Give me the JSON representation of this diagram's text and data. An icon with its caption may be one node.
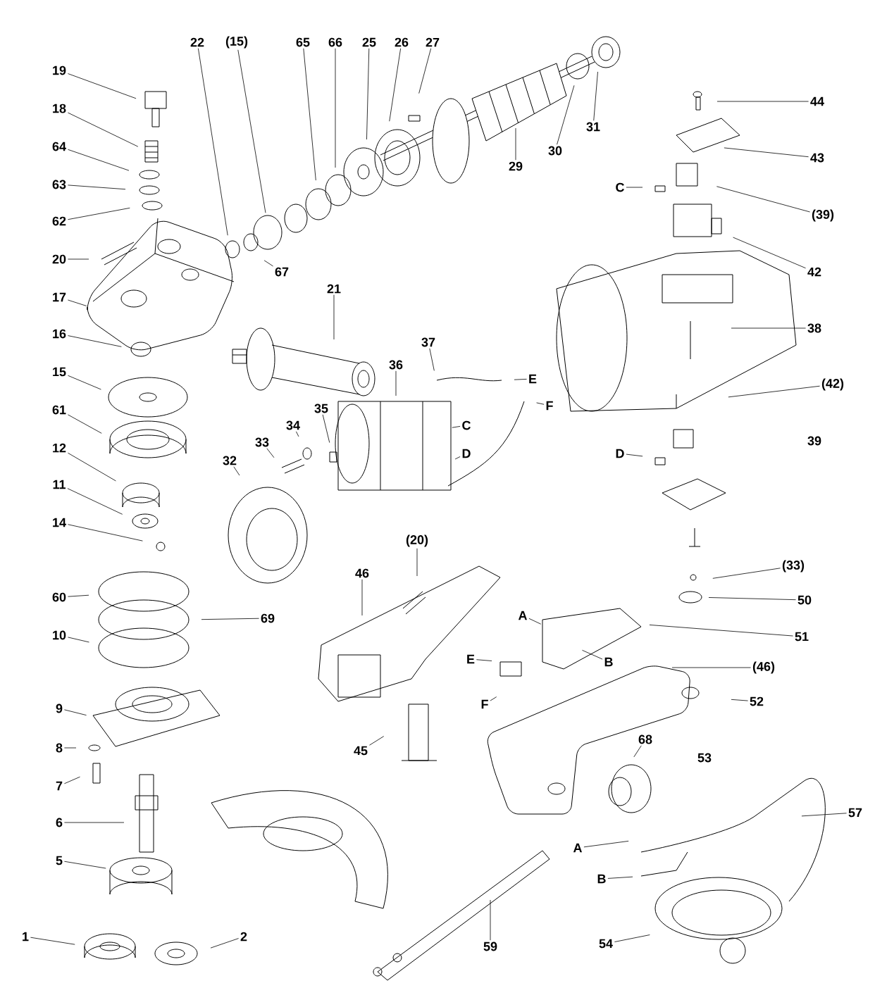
{
  "diagram": {
    "nodes": [
      {
        "text": [
          "19"
        ]
      },
      {
        "text": [
          "18"
        ]
      },
      {
        "text": [
          "64"
        ]
      },
      {
        "text": [
          "63"
        ]
      },
      {
        "text": [
          "62"
        ]
      },
      {
        "text": [
          "20"
        ]
      },
      {
        "text": [
          "17"
        ]
      },
      {
        "text": [
          "16"
        ]
      },
      {
        "text": [
          "15"
        ]
      },
      {
        "text": [
          "61"
        ]
      },
      {
        "text": [
          "12"
        ]
      },
      {
        "text": [
          "11"
        ]
      },
      {
        "text": [
          "14"
        ]
      },
      {
        "text": [
          "60"
        ]
      },
      {
        "text": [
          "69"
        ]
      },
      {
        "text": [
          "10"
        ]
      },
      {
        "text": [
          "9"
        ]
      },
      {
        "text": [
          "8"
        ]
      },
      {
        "text": [
          "7"
        ]
      },
      {
        "text": [
          "6"
        ]
      },
      {
        "text": [
          "5"
        ]
      },
      {
        "text": [
          "1"
        ]
      },
      {
        "text": [
          "2"
        ]
      },
      {
        "text": [
          "22"
        ]
      },
      {
        "text": [
          "(15)"
        ]
      },
      {
        "text": [
          "65"
        ]
      },
      {
        "text": [
          "66"
        ]
      },
      {
        "text": [
          "25"
        ]
      },
      {
        "text": [
          "26"
        ]
      },
      {
        "text": [
          "27"
        ]
      },
      {
        "text": [
          "67"
        ]
      },
      {
        "text": [
          "21"
        ]
      },
      {
        "text": [
          "29"
        ]
      },
      {
        "text": [
          "30"
        ]
      },
      {
        "text": [
          "31"
        ]
      },
      {
        "text": [
          "44"
        ]
      },
      {
        "text": [
          "43"
        ]
      },
      {
        "text": [
          "C"
        ]
      },
      {
        "text": [
          "(39)"
        ]
      },
      {
        "text": [
          "42"
        ]
      },
      {
        "text": [
          "38"
        ]
      },
      {
        "text": [
          "37"
        ]
      },
      {
        "text": [
          "E"
        ]
      },
      {
        "text": [
          "F"
        ]
      },
      {
        "text": [
          "36"
        ]
      },
      {
        "text": [
          "35"
        ]
      },
      {
        "text": [
          "34"
        ]
      },
      {
        "text": [
          "33"
        ]
      },
      {
        "text": [
          "32"
        ]
      },
      {
        "text": [
          "C"
        ]
      },
      {
        "text": [
          "D"
        ]
      },
      {
        "text": [
          "(42)"
        ]
      },
      {
        "text": [
          "D"
        ]
      },
      {
        "text": [
          "(20)"
        ]
      },
      {
        "text": [
          "46"
        ]
      },
      {
        "text": [
          "(33)"
        ]
      },
      {
        "text": [
          "50"
        ]
      },
      {
        "text": [
          "A"
        ]
      },
      {
        "text": [
          "51"
        ]
      },
      {
        "text": [
          "E"
        ]
      },
      {
        "text": [
          "B"
        ]
      },
      {
        "text": [
          "F"
        ]
      },
      {
        "text": [
          "(46)"
        ]
      },
      {
        "text": [
          "52"
        ]
      },
      {
        "text": [
          "45"
        ]
      },
      {
        "text": [
          "68"
        ]
      },
      {
        "text": [
          "57"
        ]
      },
      {
        "text": [
          "A"
        ]
      },
      {
        "text": [
          "B"
        ]
      },
      {
        "text": [
          "54"
        ]
      },
      {
        "text": [
          "59"
        ]
      }
    ],
    "edges": [
      {
        "from": 0,
        "to": null,
        "arrow": "none"
      },
      {
        "from": 1,
        "to": null,
        "arrow": "none"
      },
      {
        "from": 2,
        "to": null,
        "arrow": "none"
      },
      {
        "from": 3,
        "to": null,
        "arrow": "none"
      },
      {
        "from": 4,
        "to": null,
        "arrow": "none"
      },
      {
        "from": 5,
        "to": null,
        "arrow": "none"
      },
      {
        "from": 6,
        "to": null,
        "arrow": "none"
      },
      {
        "from": 7,
        "to": null,
        "arrow": "none"
      },
      {
        "from": 8,
        "to": null,
        "arrow": "none"
      },
      {
        "from": 9,
        "to": null,
        "arrow": "none"
      },
      {
        "from": 10,
        "to": null,
        "arrow": "none"
      },
      {
        "from": 11,
        "to": null,
        "arrow": "none"
      },
      {
        "from": 12,
        "to": null,
        "arrow": "none"
      },
      {
        "from": 13,
        "to": null,
        "arrow": "none"
      },
      {
        "from": 14,
        "to": null,
        "arrow": "none"
      },
      {
        "from": 15,
        "to": null,
        "arrow": "none"
      },
      {
        "from": 16,
        "to": null,
        "arrow": "none"
      },
      {
        "from": 17,
        "to": null,
        "arrow": "none"
      },
      {
        "from": 18,
        "to": null,
        "arrow": "none"
      },
      {
        "from": 19,
        "to": null,
        "arrow": "none"
      },
      {
        "from": 20,
        "to": null,
        "arrow": "none"
      },
      {
        "from": 21,
        "to": null,
        "arrow": "none"
      },
      {
        "from": 22,
        "to": null,
        "arrow": "none"
      },
      {
        "from": 23,
        "to": null,
        "arrow": "none"
      },
      {
        "from": 24,
        "to": null,
        "arrow": "none"
      },
      {
        "from": 25,
        "to": null,
        "arrow": "none"
      },
      {
        "from": 26,
        "to": null,
        "arrow": "none"
      },
      {
        "from": 27,
        "to": null,
        "arrow": "none"
      },
      {
        "from": 28,
        "to": null,
        "arrow": "none"
      },
      {
        "from": 29,
        "to": null,
        "arrow": "none"
      },
      {
        "from": 30,
        "to": null,
        "arrow": "none"
      },
      {
        "from": 31,
        "to": null,
        "arrow": "none"
      },
      {
        "from": 32,
        "to": null,
        "arrow": "none"
      },
      {
        "from": 33,
        "to": null,
        "arrow": "none"
      },
      {
        "from": 34,
        "to": null,
        "arrow": "none"
      },
      {
        "from": 35,
        "to": null,
        "arrow": "none"
      },
      {
        "from": 36,
        "to": null,
        "arrow": "none"
      },
      {
        "from": 37,
        "to": null,
        "arrow": "none"
      },
      {
        "from": 38,
        "to": null,
        "arrow": "none"
      },
      {
        "from": 39,
        "to": null,
        "arrow": "none"
      },
      {
        "from": 40,
        "to": null,
        "arrow": "none"
      },
      {
        "from": 41,
        "to": null,
        "arrow": "none"
      },
      {
        "from": 42,
        "to": null,
        "arrow": "none"
      },
      {
        "from": 43,
        "to": null,
        "arrow": "none"
      },
      {
        "from": 44,
        "to": null,
        "arrow": "none"
      },
      {
        "from": 45,
        "to": null,
        "arrow": "none"
      },
      {
        "from": 46,
        "to": null,
        "arrow": "none"
      },
      {
        "from": 47,
        "to": null,
        "arrow": "none"
      },
      {
        "from": 48,
        "to": null,
        "arrow": "none"
      },
      {
        "from": 49,
        "to": null,
        "arrow": "none"
      },
      {
        "from": 50,
        "to": null,
        "arrow": "none"
      },
      {
        "from": 51,
        "to": null,
        "arrow": "none"
      },
      {
        "from": 52,
        "to": null,
        "arrow": "none"
      },
      {
        "from": 53,
        "to": null,
        "arrow": "none"
      },
      {
        "from": 54,
        "to": null,
        "arrow": "none"
      },
      {
        "from": 55,
        "to": null,
        "arrow": "none"
      },
      {
        "from": 56,
        "to": null,
        "arrow": "none"
      },
      {
        "from": 57,
        "to": null,
        "arrow": "none"
      },
      {
        "from": 58,
        "to": null,
        "arrow": "none"
      },
      {
        "from": 59,
        "to": null,
        "arrow": "none"
      },
      {
        "from": 60,
        "to": null,
        "arrow": "none"
      },
      {
        "from": 61,
        "to": null,
        "arrow": "none"
      },
      {
        "from": 62,
        "to": null,
        "arrow": "none"
      },
      {
        "from": 63,
        "to": null,
        "arrow": "none"
      },
      {
        "from": 64,
        "to": null,
        "arrow": "none"
      },
      {
        "from": 65,
        "to": null,
        "arrow": "none"
      },
      {
        "from": 66,
        "to": null,
        "arrow": "none"
      },
      {
        "from": 67,
        "to": null,
        "arrow": "none"
      },
      {
        "from": 68,
        "to": null,
        "arrow": "none"
      },
      {
        "from": 69,
        "to": null,
        "arrow": "none"
      },
      {
        "from": 70,
        "to": null,
        "arrow": "none"
      }
    ],
    "labels": [
      "39",
      "53"
    ]
  }
}
